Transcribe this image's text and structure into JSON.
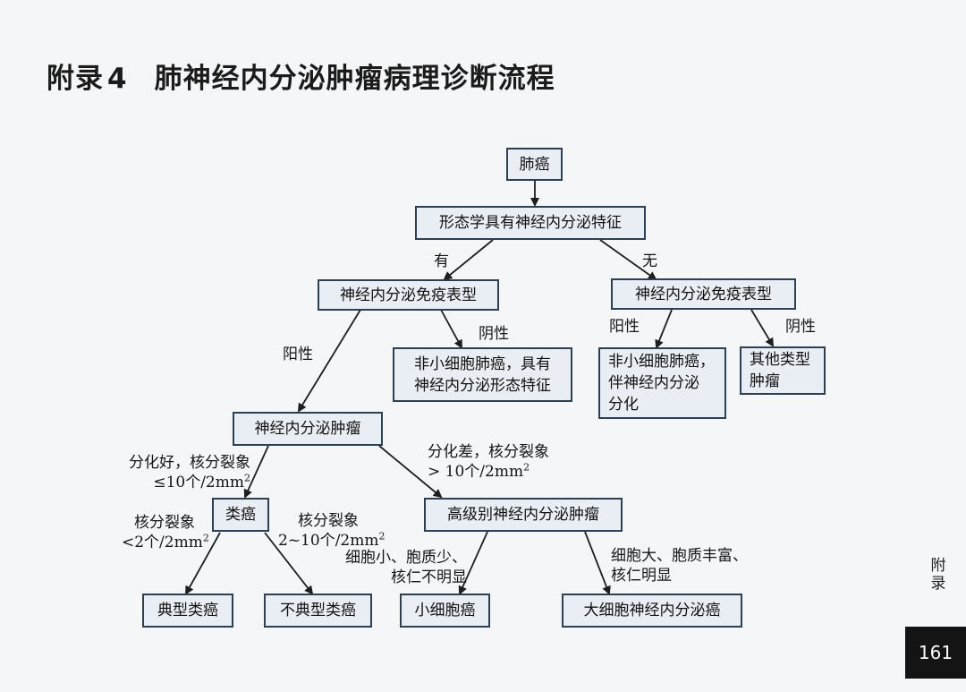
{
  "header": {
    "prefix": "附录",
    "number": "4",
    "title": "肺神经内分泌肿瘤病理诊断流程"
  },
  "nodes": {
    "lung_cancer": "肺癌",
    "morphology": "形态学具有神经内分泌特征",
    "ihc_yes": "神经内分泌免疫表型",
    "ihc_no": "神经内分泌免疫表型",
    "nsclc_ne_morph_line1": "非小细胞肺癌，具有",
    "nsclc_ne_morph_line2": "神经内分泌形态特征",
    "nsclc_ne_diff_line1": "非小细胞肺癌，",
    "nsclc_ne_diff_line2": "伴神经内分泌",
    "nsclc_ne_diff_line3": "分化",
    "other_line1": "其他类型",
    "other_line2": "肿瘤",
    "net": "神经内分泌肿瘤",
    "carcinoid": "类癌",
    "high_grade": "高级别神经内分泌肿瘤",
    "typical": "典型类癌",
    "atypical": "不典型类癌",
    "sclc": "小细胞癌",
    "lcnec": "大细胞神经内分泌癌"
  },
  "labels": {
    "yes": "有",
    "no": "无",
    "positive_left": "阳性",
    "negative_left": "阴性",
    "positive_right": "阳性",
    "negative_right": "阴性",
    "well_diff_line1": "分化好，核分裂象",
    "well_diff_line2_pre": "≤10个/2mm",
    "poor_diff_line1": "分化差，核分裂象",
    "poor_diff_line2_pre": "> 10个/2mm",
    "mitosis_low_line1": "核分裂象",
    "mitosis_low_line2_pre": "<2个/2mm",
    "mitosis_mid_line1": "核分裂象",
    "mitosis_mid_line2_pre": "2~10个/2mm",
    "small_cell_line1": "细胞小、胞质少、",
    "small_cell_line2": "核仁不明显",
    "large_cell_line1": "细胞大、胞质丰富、",
    "large_cell_line2": "核仁明显",
    "unit_sup": "2"
  },
  "side_tab": [
    "附",
    "录"
  ],
  "page_number": "161"
}
